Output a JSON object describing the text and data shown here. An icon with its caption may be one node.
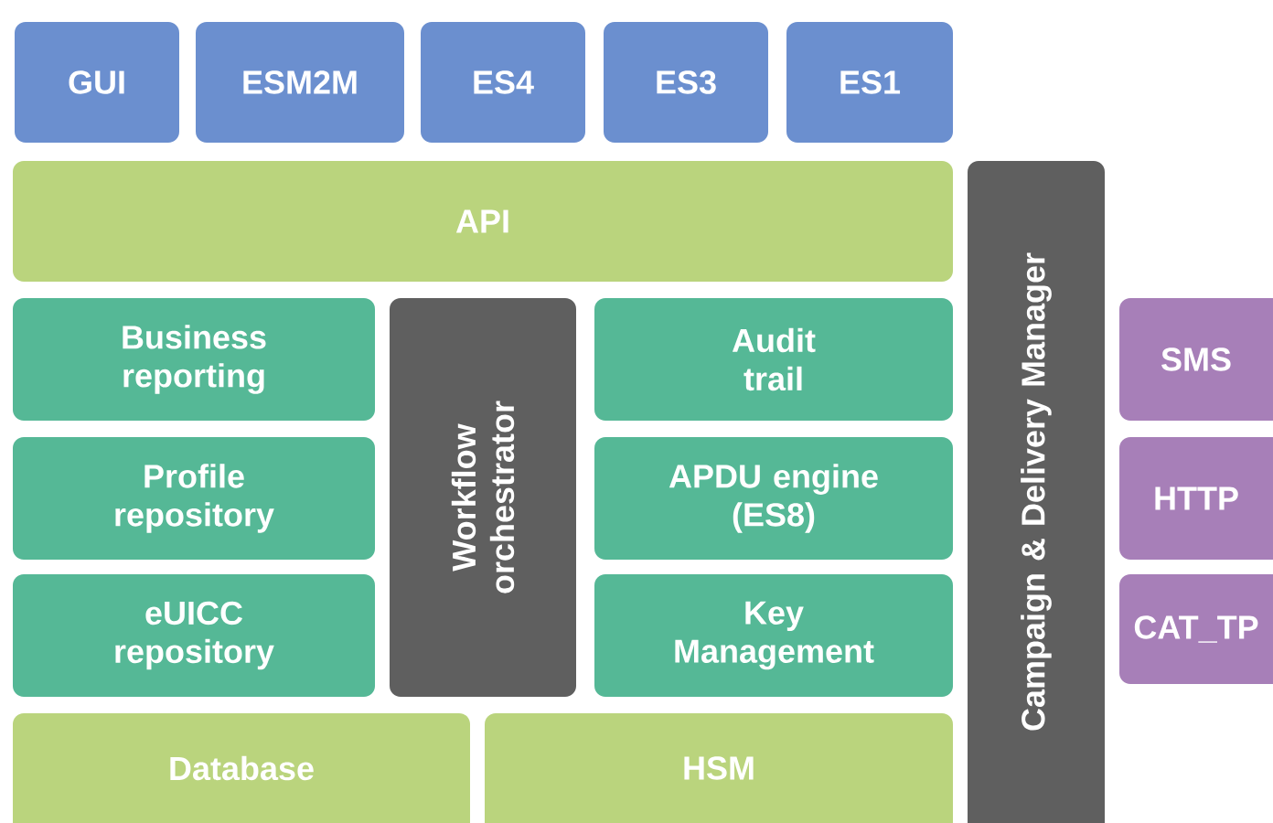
{
  "diagram": {
    "nodes": [
      {
        "text": [
          "GUI"
        ]
      },
      {
        "text": [
          "ESM2M"
        ]
      },
      {
        "text": [
          "ES4"
        ]
      },
      {
        "text": [
          "ES3"
        ]
      },
      {
        "text": [
          "ES1"
        ]
      },
      {
        "text": [
          "API"
        ]
      },
      {
        "text": [
          "Campaign & Delivery Manager"
        ]
      },
      {
        "text": [
          "Business reporting"
        ]
      },
      {
        "text": [
          "Workflow orchestrator"
        ]
      },
      {
        "text": [
          "Audit trail"
        ]
      },
      {
        "text": [
          "SMS"
        ]
      },
      {
        "text": [
          "Profile repository"
        ]
      },
      {
        "text": [
          "APDU engine (ES8)"
        ]
      },
      {
        "text": [
          "HTTP"
        ]
      },
      {
        "text": [
          "eUICC repository"
        ]
      },
      {
        "text": [
          "Key Management"
        ]
      },
      {
        "text": [
          "CAT_TP"
        ]
      },
      {
        "text": [
          "Database"
        ]
      },
      {
        "text": [
          "HSM"
        ]
      }
    ]
  }
}
